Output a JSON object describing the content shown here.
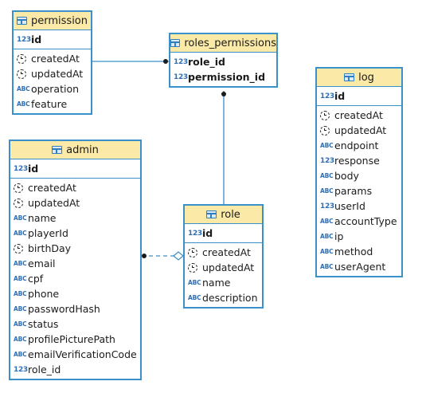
{
  "icons": {
    "table": "table-icon",
    "numeric": "123",
    "text": "ABC",
    "datetime": "clock-icon"
  },
  "colors": {
    "border": "#3a90c8",
    "header": "#fbe9a7",
    "line": "#3a90c8"
  },
  "entities": {
    "permission": {
      "title": "permission",
      "key": [
        {
          "name": "id",
          "type": "123"
        }
      ],
      "fields": [
        {
          "name": "createdAt",
          "type": "clock"
        },
        {
          "name": "updatedAt",
          "type": "clock"
        },
        {
          "name": "operation",
          "type": "ABC"
        },
        {
          "name": "feature",
          "type": "ABC"
        }
      ]
    },
    "roles_permissions": {
      "title": "roles_permissions",
      "key": [
        {
          "name": "role_id",
          "type": "123"
        },
        {
          "name": "permission_id",
          "type": "123"
        }
      ],
      "fields": []
    },
    "log": {
      "title": "log",
      "key": [
        {
          "name": "id",
          "type": "123"
        }
      ],
      "fields": [
        {
          "name": "createdAt",
          "type": "clock"
        },
        {
          "name": "updatedAt",
          "type": "clock"
        },
        {
          "name": "endpoint",
          "type": "ABC"
        },
        {
          "name": "response",
          "type": "123"
        },
        {
          "name": "body",
          "type": "ABC"
        },
        {
          "name": "params",
          "type": "ABC"
        },
        {
          "name": "userId",
          "type": "123"
        },
        {
          "name": "accountType",
          "type": "ABC"
        },
        {
          "name": "ip",
          "type": "ABC"
        },
        {
          "name": "method",
          "type": "ABC"
        },
        {
          "name": "userAgent",
          "type": "ABC"
        }
      ]
    },
    "admin": {
      "title": "admin",
      "key": [
        {
          "name": "id",
          "type": "123"
        }
      ],
      "fields": [
        {
          "name": "createdAt",
          "type": "clock"
        },
        {
          "name": "updatedAt",
          "type": "clock"
        },
        {
          "name": "name",
          "type": "ABC"
        },
        {
          "name": "playerId",
          "type": "ABC"
        },
        {
          "name": "birthDay",
          "type": "clock"
        },
        {
          "name": "email",
          "type": "ABC"
        },
        {
          "name": "cpf",
          "type": "ABC"
        },
        {
          "name": "phone",
          "type": "ABC"
        },
        {
          "name": "passwordHash",
          "type": "ABC"
        },
        {
          "name": "status",
          "type": "ABC"
        },
        {
          "name": "profilePicturePath",
          "type": "ABC"
        },
        {
          "name": "emailVerificationCode",
          "type": "ABC"
        },
        {
          "name": "role_id",
          "type": "123"
        }
      ]
    },
    "role": {
      "title": "role",
      "key": [
        {
          "name": "id",
          "type": "123"
        }
      ],
      "fields": [
        {
          "name": "createdAt",
          "type": "clock"
        },
        {
          "name": "updatedAt",
          "type": "clock"
        },
        {
          "name": "name",
          "type": "ABC"
        },
        {
          "name": "description",
          "type": "ABC"
        }
      ]
    }
  }
}
